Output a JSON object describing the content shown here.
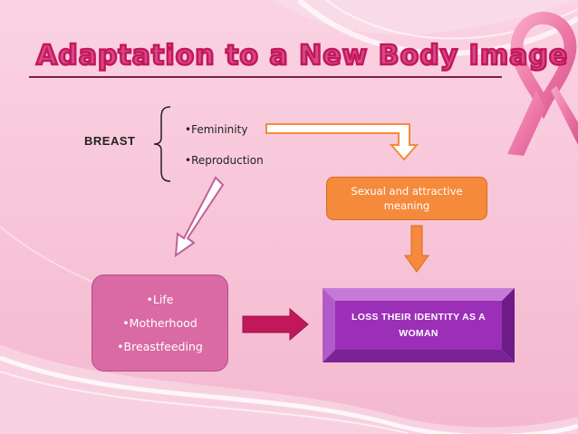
{
  "slide": {
    "title": "Adaptation to a New Body Image",
    "root_label": "BREAST",
    "bullets": {
      "femininity": "•Femininity",
      "reproduction": "•Reproduction"
    },
    "sexual_box": {
      "line1": "Sexual and attractive",
      "line2": "meaning"
    },
    "life_box": {
      "item1": "•Life",
      "item2": "•Motherhood",
      "item3": "•Breastfeeding"
    },
    "loss_box": {
      "line1": "LOSS THEIR IDENTITY AS A",
      "line2": "WOMAN"
    }
  },
  "colors": {
    "background": "#f7c6d9",
    "title": "#d9488a",
    "orange_box": "#f58a3c",
    "pink_box": "#d96aa3",
    "purple_box": "#9c2fb8",
    "maroon_arrow": "#c2185b"
  },
  "icons": {
    "ribbon": "pink-ribbon-icon"
  }
}
